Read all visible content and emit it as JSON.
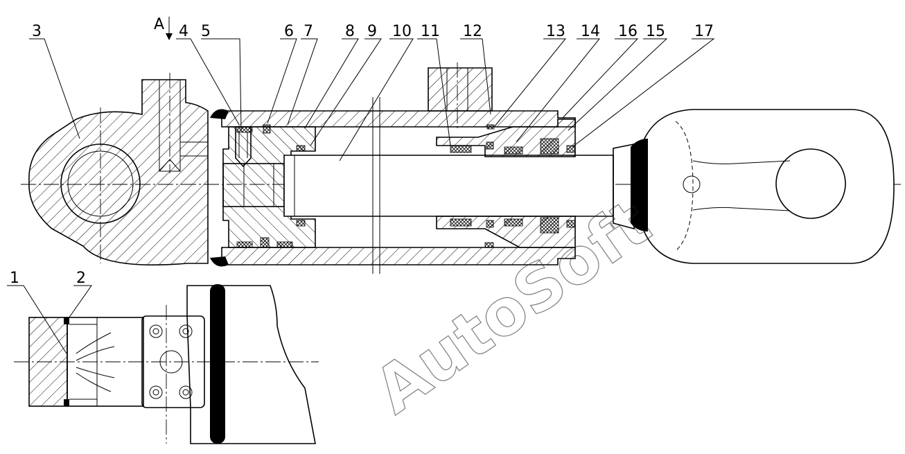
{
  "section_marker": "A",
  "watermark": "AutoSoft",
  "part_labels": [
    "1",
    "2",
    "3",
    "4",
    "5",
    "6",
    "7",
    "8",
    "9",
    "10",
    "11",
    "12",
    "13",
    "14",
    "16",
    "15",
    "17"
  ],
  "colors": {
    "ink": "#000000",
    "background": "#ffffff"
  }
}
